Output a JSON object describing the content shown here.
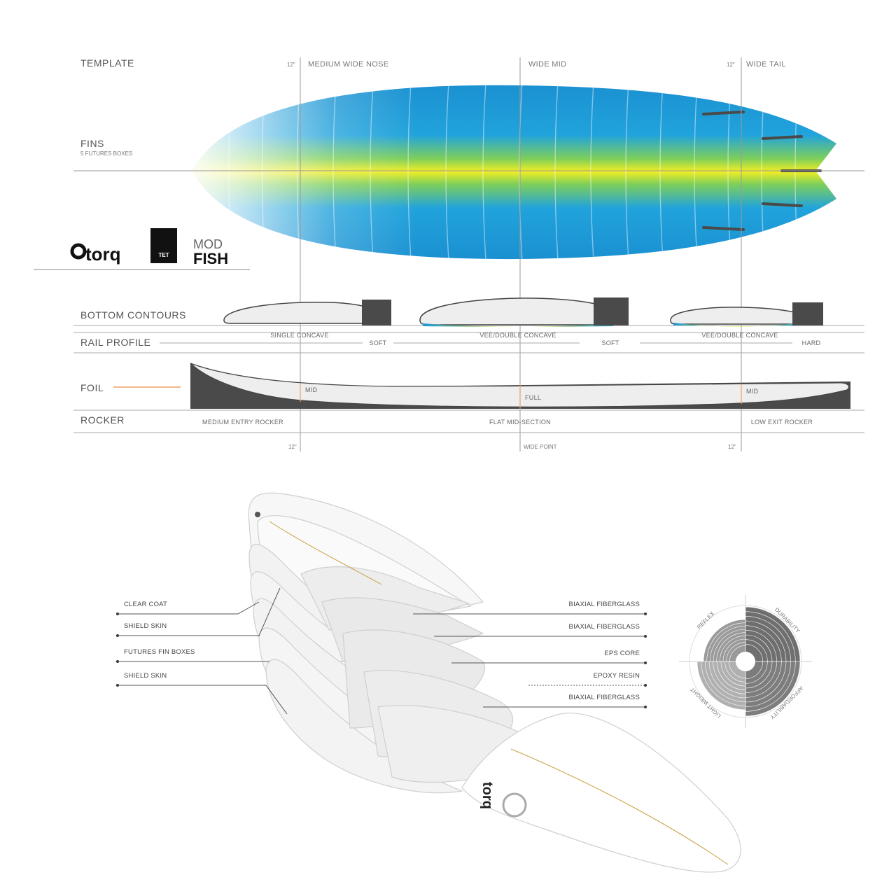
{
  "spec": {
    "sections": {
      "template": "TEMPLATE",
      "fins": "FINS",
      "fins_sub": "5 FUTURES BOXES",
      "bottom_contours": "BOTTOM  CONTOURS",
      "rail_profile": "RAIL PROFILE",
      "foil": "FOIL",
      "rocker": "ROCKER"
    },
    "template_headers": {
      "nose_dist": "12\"",
      "nose": "MEDIUM WIDE NOSE",
      "mid": "WIDE MID",
      "tail_dist": "12\"",
      "tail": "WIDE TAIL"
    },
    "contours": {
      "nose": "SINGLE CONCAVE",
      "mid": "VEE/DOUBLE CONCAVE",
      "tail": "VEE/DOUBLE CONCAVE"
    },
    "rails": {
      "nose": "SOFT",
      "mid": "SOFT",
      "tail": "HARD"
    },
    "foil_labels": {
      "nose": "MID",
      "mid": "FULL",
      "tail": "MID"
    },
    "rocker_labels": {
      "nose": "MEDIUM ENTRY ROCKER",
      "mid": "FLAT MID-SECTION",
      "tail": "LOW EXIT ROCKER"
    },
    "bottom_markers": {
      "nose": "12\"",
      "mid": "WIDE POINT",
      "tail": "12\""
    },
    "brand": {
      "logo": "torq",
      "tet_badge": "TET",
      "model_line1": "MOD",
      "model_line2": "FISH"
    },
    "colors": {
      "nose_tip": "#dff1fb",
      "deck_blue": "#1f97d4",
      "stringer_yellow": "#f2ee22",
      "stringer_green": "#7ecf5a",
      "dark_block": "#4a4a4a",
      "foil_accent": "#f0a060"
    }
  },
  "construction": {
    "left_labels": [
      "CLEAR COAT",
      "SHIELD SKIN",
      "FUTURES FIN BOXES",
      "SHIELD SKIN"
    ],
    "right_labels": [
      "BIAXIAL FIBERGLASS",
      "BIAXIAL FIBERGLASS",
      "EPS CORE",
      "EPOXY RESIN",
      "BIAXIAL FIBERGLASS"
    ],
    "deck_logo": "torq"
  },
  "rating": {
    "labels": {
      "reflex": "REFLEX",
      "durability": "DURABILITY",
      "light_weight": "LIGHT WEIGHT",
      "affordability": "AFFORDABILITY"
    },
    "values": {
      "reflex": 0.7,
      "durability": 1.0,
      "light_weight": 0.85,
      "affordability": 1.0
    }
  }
}
